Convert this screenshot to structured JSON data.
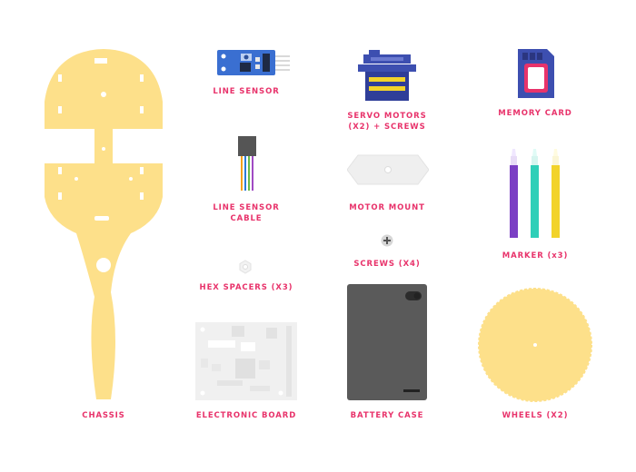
{
  "labels": {
    "chassis": "CHASSIS",
    "line_sensor": "LINE SENSOR",
    "line_sensor_cable_1": "LINE SENSOR",
    "line_sensor_cable_2": "CABLE",
    "hex_spacers": "HEX SPACERS (X3)",
    "electronic_board": "ELECTRONIC BOARD",
    "servo_motors_1": "SERVO MOTORS",
    "servo_motors_2": "(X2) + SCREWS",
    "motor_mount": "MOTOR MOUNT",
    "screws": "SCREWS (X4)",
    "battery_case": "BATTERY CASE",
    "memory_card": "MEMORY CARD",
    "marker": "MARKER (x3)",
    "wheels": "WHEELS (X2)"
  },
  "colors": {
    "label": "#e8336b",
    "chassis": "#fde08a",
    "sensor_blue": "#3a6fd1",
    "servo_blue": "#3d4fb0",
    "marker_purple": "#7b3fc4",
    "marker_teal": "#2ecfb8",
    "marker_yellow": "#f2d32a",
    "battery": "#5a5a5a"
  },
  "icons": {
    "screw": "plus-circle"
  }
}
